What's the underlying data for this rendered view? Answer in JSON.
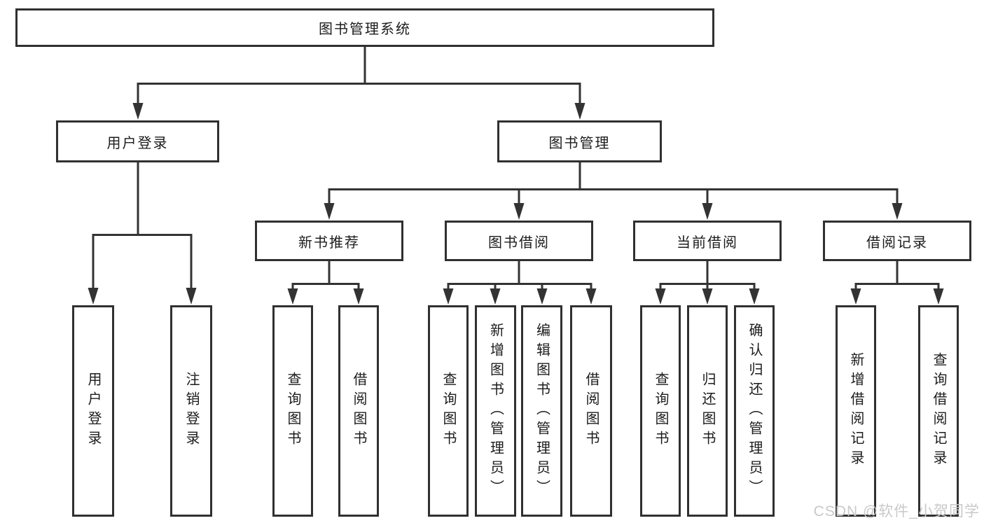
{
  "nodes": {
    "root": "图书管理系统",
    "user_login": "用户登录",
    "book_mgmt": "图书管理",
    "new_book_rec": "新书推荐",
    "book_borrow": "图书借阅",
    "current_borrow": "当前借阅",
    "borrow_records": "借阅记录",
    "ul_user_login": "用户登录",
    "ul_logout": "注销登录",
    "nb_query_book": "查询图书",
    "nb_borrow_book": "借阅图书",
    "bb_query_book": "查询图书",
    "bb_add_book": "新增图书（管理员）",
    "bb_edit_book": "编辑图书（管理员）",
    "bb_borrow_book": "借阅图书",
    "cb_query_book": "查询图书",
    "cb_return_book": "归还图书",
    "cb_confirm_return": "确认归还（管理员）",
    "br_add_record": "新增借阅记录",
    "br_query_record": "查询借阅记录"
  },
  "hierarchy": {
    "图书管理系统": {
      "用户登录": [
        "用户登录",
        "注销登录"
      ],
      "图书管理": {
        "新书推荐": [
          "查询图书",
          "借阅图书"
        ],
        "图书借阅": [
          "查询图书",
          "新增图书（管理员）",
          "编辑图书（管理员）",
          "借阅图书"
        ],
        "当前借阅": [
          "查询图书",
          "归还图书",
          "确认归还（管理员）"
        ],
        "借阅记录": [
          "新增借阅记录",
          "查询借阅记录"
        ]
      }
    }
  },
  "watermark": "CSDN @软件_小贺同学",
  "colors": {
    "line": "#333333",
    "box_border": "#303030",
    "text": "#1c1c1c",
    "watermark": "#c9c9c9",
    "background": "#ffffff"
  }
}
